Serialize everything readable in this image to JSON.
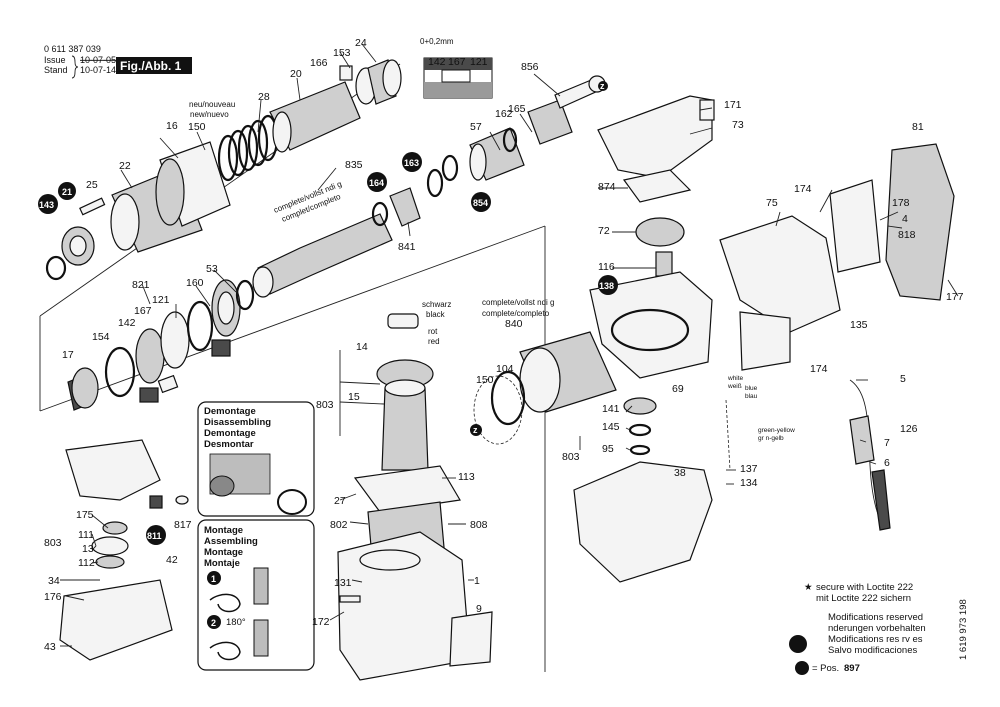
{
  "header": {
    "code": "0 611 387 039",
    "issue_label": "Issue",
    "stand_label": "Stand",
    "issue_date": "10-07-05",
    "stand_date": "10-07-14",
    "figure_label": "Fig./Abb. 1"
  },
  "labels": {
    "p24": "24",
    "p153": "153",
    "p166": "166",
    "p20": "20",
    "p28": "28",
    "p16": "16",
    "p150a": "150",
    "p22": "22",
    "p25": "25",
    "p143": "143",
    "p21": "21",
    "p142": "142",
    "p167": "167",
    "p121": "121",
    "p856": "856",
    "p171": "171",
    "p73": "73",
    "p165": "165",
    "p162": "162",
    "p57": "57",
    "p835": "835",
    "p163": "163",
    "p164": "164",
    "p854": "854",
    "p841": "841",
    "p874": "874",
    "p72": "72",
    "p116": "116",
    "p138": "138",
    "p75": "75",
    "p174a": "174",
    "p178": "178",
    "p4": "4",
    "p818": "818",
    "p81": "81",
    "p177": "177",
    "p821": "821",
    "p121b": "121",
    "p167b": "167",
    "p142b": "142",
    "p160": "160",
    "p53": "53",
    "p154": "154",
    "p17": "17",
    "p14": "14",
    "p15": "15",
    "p803a": "803",
    "p840": "840",
    "p150b": "150",
    "p104": "104",
    "p69": "69",
    "p141": "141",
    "p145": "145",
    "p95": "95",
    "p803b": "803",
    "p38": "38",
    "p135": "135",
    "p174b": "174",
    "p5": "5",
    "p126": "126",
    "p7": "7",
    "p6": "6",
    "p137": "137",
    "p134": "134",
    "p113": "113",
    "p27": "27",
    "p802": "802",
    "p808": "808",
    "p131": "131",
    "p1": "1",
    "p172": "172",
    "p9": "9",
    "p175": "175",
    "p111": "111",
    "p803c": "803",
    "p13": "13",
    "p112": "112",
    "p811": "811",
    "p817": "817",
    "p42": "42",
    "p34": "34",
    "p176": "176",
    "p43": "43"
  },
  "callouts": {
    "tolerance": "0+0,2mm",
    "neu": "neu/nouveau",
    "new": "new/nuevo",
    "complete1": "complete/vollst ndi g",
    "complete1b": "complet/completo",
    "complete2": "complete/vollst ndi g",
    "complete2b": "complete/completo",
    "schwarz": "schwarz",
    "black": "black",
    "rot": "rot",
    "red": "red",
    "white": "white",
    "weiss": "weiß",
    "blue": "blue",
    "blau": "blau",
    "green_yellow": "green-yellow",
    "gr_n_gelb": "gr n-gelb",
    "z": "z"
  },
  "demontage_box": {
    "line1": "Demontage",
    "line2": "Disassembling",
    "line3": "Demontage",
    "line4": "Desmontar"
  },
  "montage_box": {
    "line1": "Montage",
    "line2": "Assembling",
    "line3": "Montage",
    "line4": "Montaje",
    "step1": "1",
    "step2": "2",
    "angle": "180°"
  },
  "notes": {
    "loctite1": "secure with Loctite 222",
    "loctite2": "mit Loctite 222 sichern",
    "mod1": "Modifications reserved",
    "mod2": "nderungen vorbehalten",
    "mod3": "Modifications res rv es",
    "mod4": "Salvo modificaciones",
    "pos_eq": "= Pos.",
    "pos_num": "897",
    "side_code": "1 619 973 198"
  }
}
